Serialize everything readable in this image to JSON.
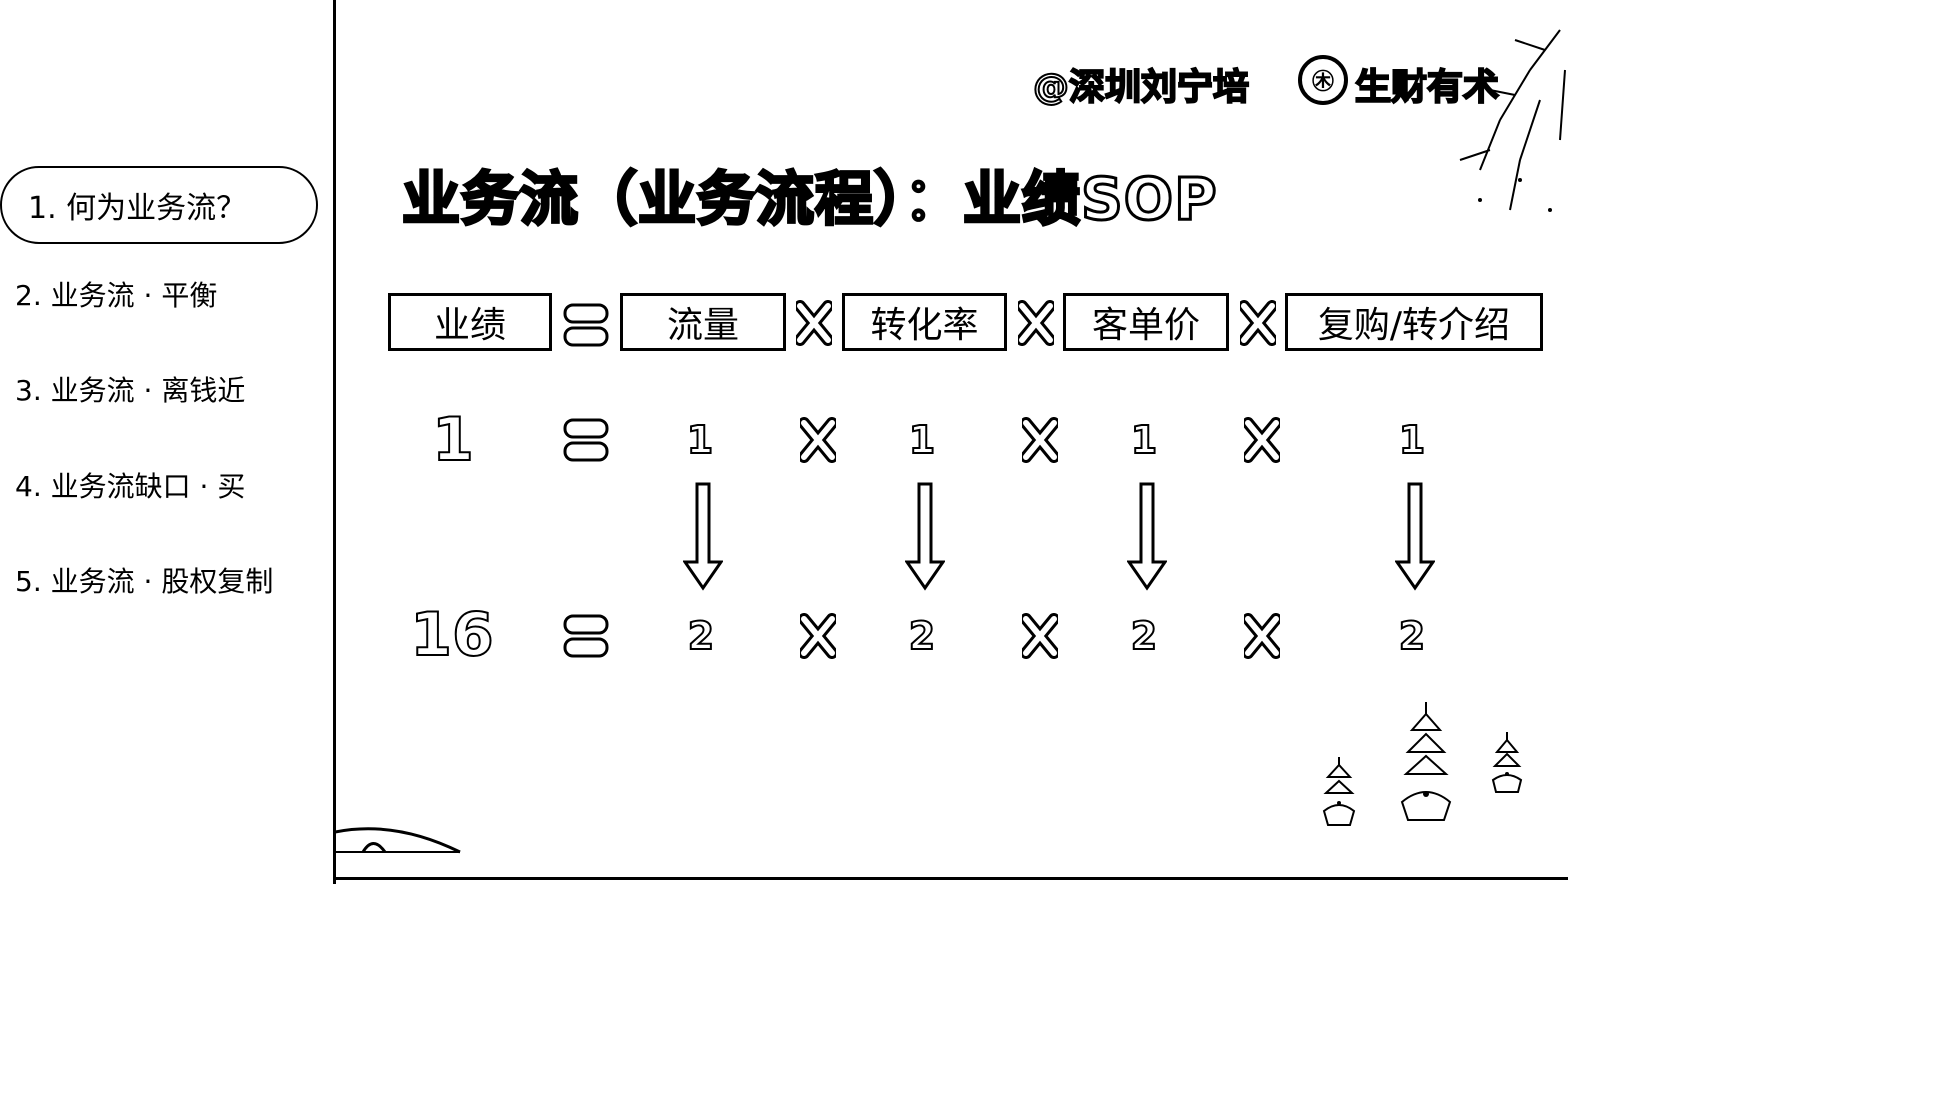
{
  "sidebar": {
    "items": [
      {
        "label": "1. 何为业务流？",
        "active": true
      },
      {
        "label": "2. 业务流 · 平衡"
      },
      {
        "label": "3. 业务流 · 离钱近"
      },
      {
        "label": "4. 业务流缺口 · 买"
      },
      {
        "label": "5. 业务流 · 股权复制"
      }
    ]
  },
  "watermark": {
    "author": "@深圳刘宁培",
    "brand_icon": "㊍",
    "brand": "生财有术"
  },
  "slide": {
    "title": "业务流（业务流程）：业绩SOP",
    "formula": {
      "result_label": "业绩",
      "factors": [
        "流量",
        "转化率",
        "客单价",
        "复购/转介绍"
      ],
      "row1": {
        "result": "1",
        "values": [
          "1",
          "1",
          "1",
          "1"
        ]
      },
      "row2": {
        "result": "16",
        "values": [
          "2",
          "2",
          "2",
          "2"
        ]
      }
    }
  },
  "icons": [
    "equals-icon",
    "multiply-icon",
    "down-arrow-icon",
    "pagoda-icon",
    "bridge-icon",
    "brand-logo-icon"
  ]
}
